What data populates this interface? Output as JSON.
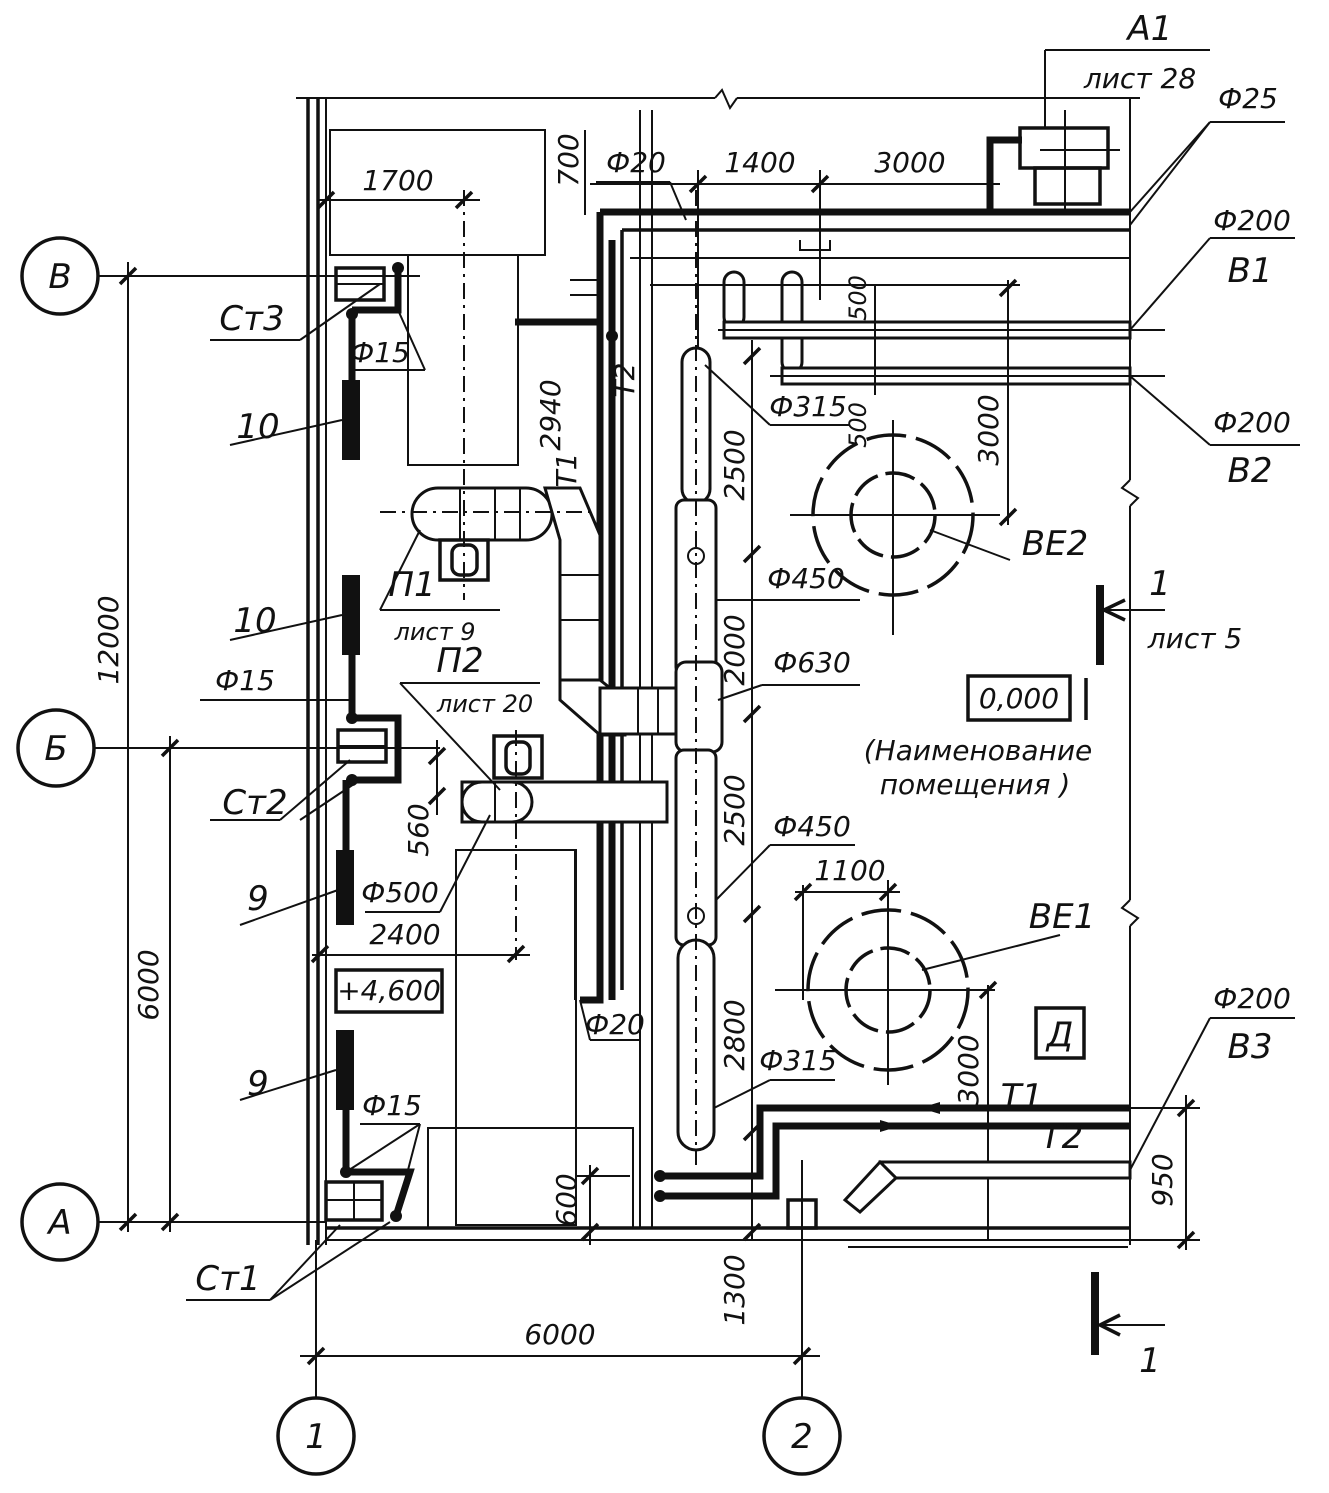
{
  "axes": {
    "rows": [
      "В",
      "Б",
      "А"
    ],
    "cols": [
      "1",
      "2"
    ]
  },
  "dimensions": {
    "d12000": "12000",
    "d6000_left": "6000",
    "d6000_bottom": "6000",
    "d1700": "1700",
    "d700": "700",
    "d1400": "1400",
    "d3000_top": "3000",
    "d500_a": "500",
    "d500_b": "500",
    "d3000_right": "3000",
    "d2940": "2940",
    "d2500_a": "2500",
    "d2000": "2000",
    "d2500_b": "2500",
    "d560": "560",
    "d2400": "2400",
    "d1100": "1100",
    "d2800": "2800",
    "d3000_low": "3000",
    "d600": "600",
    "d1300": "1300",
    "d950": "950"
  },
  "labels": {
    "a1": "А1",
    "list28": "лист 28",
    "phi25": "Ф25",
    "phi20_top": "Ф20",
    "phi200_b1": "Ф200",
    "b1": "В1",
    "phi200_b2": "Ф200",
    "b2": "В2",
    "st3": "Ст3",
    "phi15_top": "Ф15",
    "num10_a": "10",
    "num10_b": "10",
    "phi315_top": "Ф315",
    "t1_top": "Т1",
    "t2_top": "Т2",
    "be2": "ВЕ2",
    "phi450_top": "Ф450",
    "p1": "П1",
    "list9": "лист 9",
    "section_num_top": "1",
    "list5": "лист 5",
    "phi630": "Ф630",
    "phi15_mid": "Ф15",
    "p2": "П2",
    "list20": "лист 20",
    "level_000": "0,000",
    "room_name_1": "(Наименование",
    "room_name_2": "помещения )",
    "st2": "Ст2",
    "phi450_bot": "Ф450",
    "num9_a": "9",
    "phi500": "Ф500",
    "be1": "ВЕ1",
    "level_4600": "+4,600",
    "phi20_bot": "Ф20",
    "d_label": "Д",
    "phi200_b3": "Ф200",
    "b3": "В3",
    "num9_b": "9",
    "phi15_bot": "Ф15",
    "phi315_bot": "Ф315",
    "t1_bot": "Т1",
    "t2_bot": "Т2",
    "st1": "Ст1",
    "section_num_bot": "1"
  }
}
